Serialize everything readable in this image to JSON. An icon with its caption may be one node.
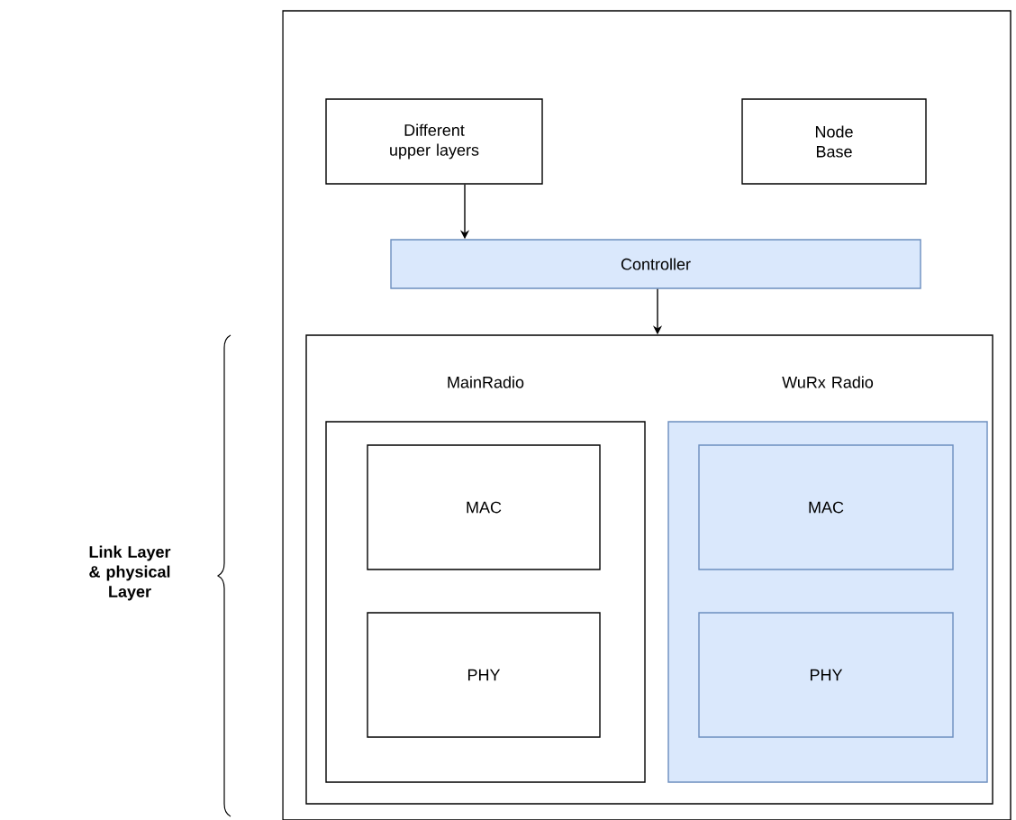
{
  "diagram": {
    "nodes": [
      {
        "text": [],
        "shape": "box"
      },
      {
        "text": [
          "Different upper layers"
        ],
        "in": 0
      },
      {
        "text": [
          "Node Base"
        ],
        "in": 0
      },
      {
        "text": [
          "Controller"
        ],
        "in": 0
      },
      {
        "text": [],
        "shape": "box",
        "in": 0
      },
      {
        "text": [
          "MainRadio"
        ],
        "in": 4
      },
      {
        "text": [
          "MAC"
        ],
        "in": 5
      },
      {
        "text": [
          "PHY"
        ],
        "in": 5
      },
      {
        "text": [
          "WuRx Radio"
        ],
        "in": 4
      },
      {
        "text": [
          "MAC"
        ],
        "in": 8
      },
      {
        "text": [
          "PHY"
        ],
        "in": 8
      }
    ],
    "edges": [
      {
        "from": 1,
        "to": 3,
        "arrow": "to"
      },
      {
        "from": 3,
        "to": 4,
        "arrow": "to"
      }
    ],
    "labels": [
      "Link Layer & physical Layer"
    ]
  }
}
